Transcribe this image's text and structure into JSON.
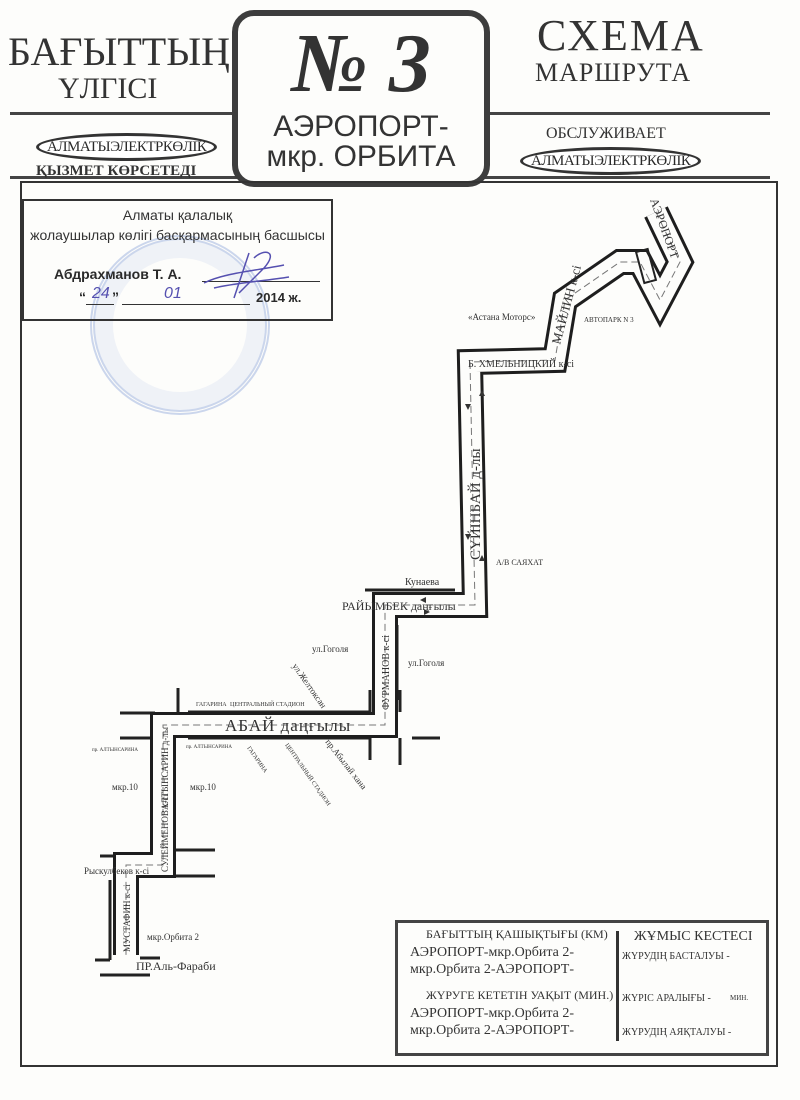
{
  "header": {
    "left_title": "БАҒЫТТЫҢ",
    "left_subtitle": "ҮЛГІСІ",
    "route_number": "№ 3",
    "route_name_line1": "АЭРОПОРТ-",
    "route_name_line2": "мкр. ОРБИТА",
    "right_title": "СХЕМА",
    "right_subtitle": "МАРШРУТА",
    "operator_left": "АЛМАТЫЭЛЕКТРКӨЛІК",
    "operator_left_caption": "ҚЫЗМЕТ КӨРСЕТЕДІ",
    "operator_right_caption": "ОБСЛУЖИВАЕТ",
    "operator_right": "АЛМАТЫЭЛЕКТРКӨЛІК"
  },
  "approval": {
    "line1": "Алматы қалалық",
    "line2": "жолаушылар көлігі басқармасының басшысы",
    "name": "Абдрахманов Т. А.",
    "day": "24",
    "month": "01",
    "year": "2014  ж.",
    "quote_open": "“",
    "quote_close": "”"
  },
  "map": {
    "airport": "АЭРОПОРТ",
    "mailin": "МАЙЛИН к-сі",
    "astana_motors": "«Астана Моторс»",
    "autopark": "АВТОПАРК N 3",
    "khmelnitsky": "Б. ХМЕЛЬНИЦКИЙ к-сі",
    "suyinbay": "СҮЙІНБАЙ д-лы",
    "sayakhat": "А/В САЯХАТ",
    "kunaeva": "Кунаева",
    "raiymbek": "РАЙЫМБЕК даңғылы",
    "furmanov": "ФУРМАНОВ к-сі",
    "gogol_left": "ул.Гоголя",
    "gogol_right": "ул.Гоголя",
    "zheltoksan": "ул.Желтоксан",
    "gagarina_top": "ГАГАРИНА",
    "central_stadium_top": "ЦЕНТРАЛЬНЫЙ СТАДИОН",
    "abay": "АБАЙ даңғылы",
    "altynsarin_top": "пр. АЛТЫНСАРИНА",
    "altynsarin_road": "АЛТЫНСАРИН д-лы",
    "altynsarin_left": "пр. АЛТЫНСАРИНА",
    "gagarina_bottom": "ГАГАРИНА",
    "central_stadium_bottom": "ЦЕНТРАЛЬНЫЙ СТАДИОН",
    "ablai_khan": "пр.Абылай хана",
    "mkr10_left": "мкр.10",
    "mkr10_right": "мкр.10",
    "suleimenov": "СУЛЕЙМЕНОВ к-сі",
    "ryskulbekov": "Рыскулбеков к-сі",
    "mustafin": "МУСТАФИН к-сі",
    "orbita2": "мкр.Орбита 2",
    "al_farabi": "ПР.Аль-Фараби"
  },
  "info": {
    "distance_heading": "БАҒЫТТЫҢ ҚАШЫҚТЫҒЫ (КМ)",
    "distance_forward": "АЭРОПОРТ-мкр.Орбита 2-",
    "distance_back": "мкр.Орбита 2-АЭРОПОРТ-",
    "time_heading": "ЖҮРУГЕ КЕТЕТІН УАҚЫТ (МИН.)",
    "time_forward": "АЭРОПОРТ-мкр.Орбита 2-",
    "time_back": "мкр.Орбита 2-АЭРОПОРТ-",
    "schedule_heading": "ЖҰМЫС КЕСТЕСІ",
    "start": "ЖҮРУДІҢ БАСТАЛУЫ -",
    "interval": "ЖҮРІС АРАЛЫҒЫ -",
    "interval_unit": "МИН.",
    "end": "ЖҮРУДІҢ АЯҚТАЛУЫ -"
  }
}
